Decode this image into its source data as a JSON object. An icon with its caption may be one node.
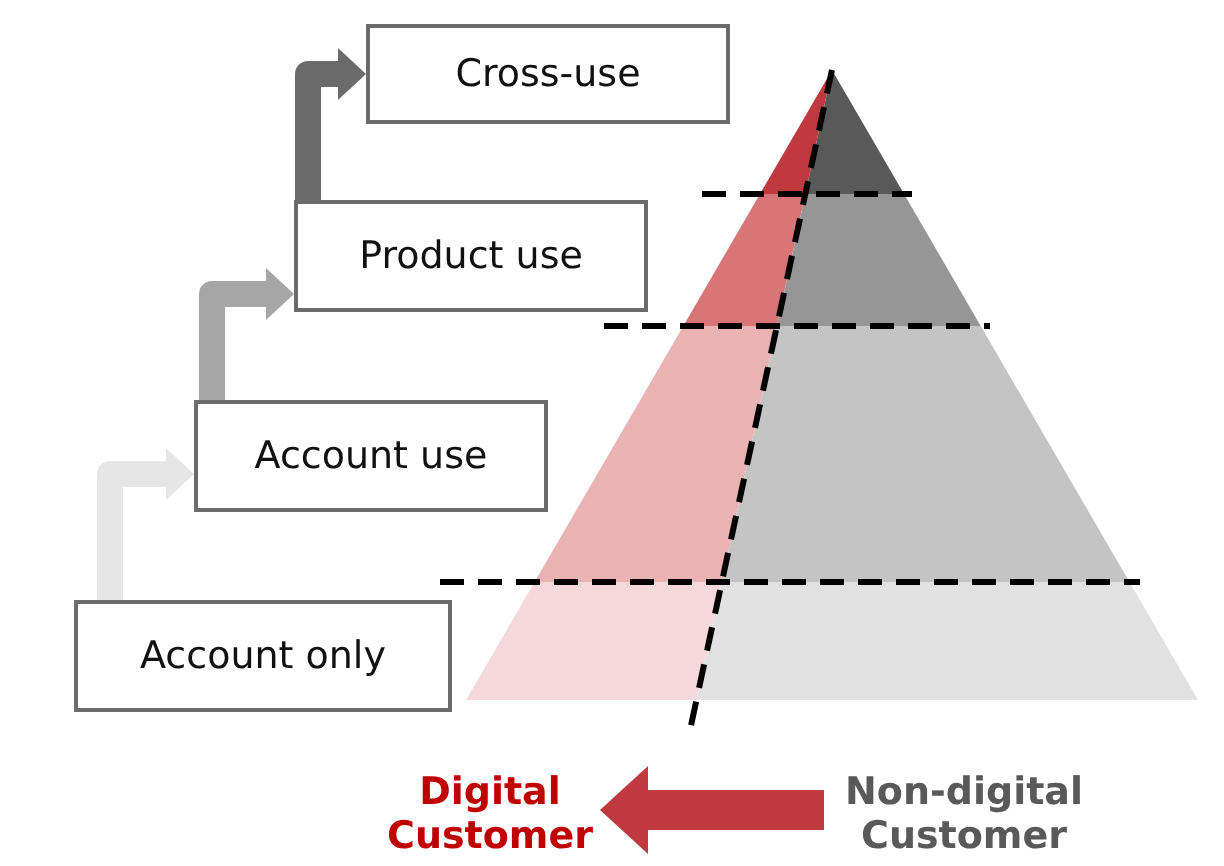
{
  "diagram": {
    "nodes": [
      {
        "text": [
          "Account only"
        ]
      },
      {
        "text": [
          "Account use"
        ]
      },
      {
        "text": [
          "Product use"
        ]
      },
      {
        "text": [
          "Cross-use"
        ]
      },
      {
        "text": [
          "Non-digital Customer"
        ]
      },
      {
        "text": [
          "Digital Customer"
        ]
      }
    ],
    "edges": [
      {
        "from": 0,
        "to": 1,
        "arrow": "to",
        "color": "#e6e6e6"
      },
      {
        "from": 1,
        "to": 2,
        "arrow": "to",
        "color": "#a6a6a6"
      },
      {
        "from": 2,
        "to": 3,
        "arrow": "to",
        "color": "#6b6b6b"
      },
      {
        "from": 4,
        "to": 5,
        "arrow": "to",
        "color": "#c0393e"
      }
    ]
  }
}
